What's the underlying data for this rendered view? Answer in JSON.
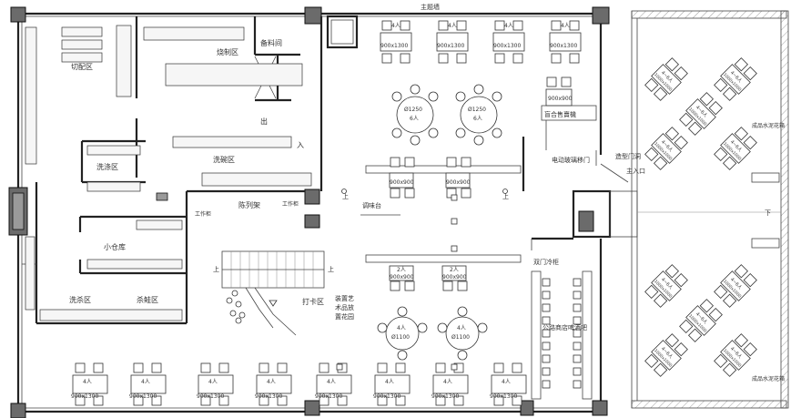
{
  "rooms": {
    "theme_wall": "主题墙",
    "prep": "切配区",
    "roast": "烧制区",
    "ingredients": "备料间",
    "out": "出",
    "in": "入",
    "dishwash": "洗碗区",
    "wash_area": "洗涤区",
    "small_store": "小仓库",
    "wash_kill": "洗杀区",
    "butcher": "杀鲑区",
    "display_rack": "陈列架",
    "workbench": "工作柜",
    "checkin": "打卡区",
    "art_device_1": "装置艺",
    "art_device_2": "术品放",
    "art_device_3": "置花园",
    "seasoning": "调味台",
    "up_marker": "上",
    "down_marker": "下",
    "vending": "盲合售賣機",
    "glass_door": "电动玻璃移门",
    "door_head": "造型门洞",
    "main_entry": "主入口",
    "double_fridge": "双门冷柜",
    "bar": "公路商店啤酒吧",
    "planter": "成品水泥花箱"
  },
  "labels": {
    "four_people": "4人",
    "two_people": "2人",
    "six_people": "6人",
    "ten_people": "4~6人",
    "size_900x1300": "900x1300",
    "size_900x900": "900x900",
    "size_1000x1000": "1000x1000",
    "size_d1250": "Ø1250",
    "size_d1100": "Ø1100"
  },
  "colors": {
    "wall": "#222222",
    "column": "#6b6b6b",
    "line": "#444444"
  }
}
